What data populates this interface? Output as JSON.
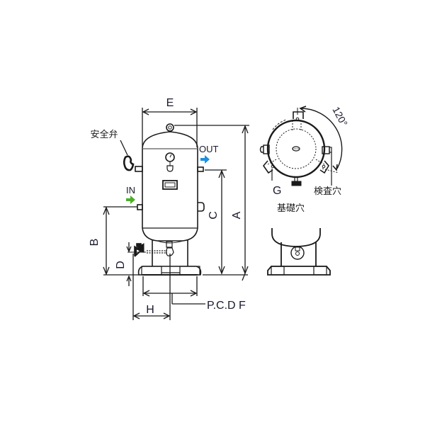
{
  "diagram": {
    "title": "",
    "labels": {
      "dim_E": "E",
      "dim_A": "A",
      "dim_B": "B",
      "dim_C": "C",
      "dim_D": "D",
      "dim_H": "H",
      "pcd": "P.C.D F",
      "safety_valve": "安全弁",
      "out": "OUT",
      "in": "IN",
      "angle": "120°",
      "dim_G": "G",
      "inspection_hole": "検査穴",
      "foundation_hole": "基礎穴"
    },
    "colors": {
      "line": "#1a1a1a",
      "out_arrow": "#1e90e0",
      "in_arrow": "#4caf2a",
      "text": "#1a1a2e"
    },
    "views": [
      "front-view",
      "top-view",
      "side-view"
    ]
  }
}
